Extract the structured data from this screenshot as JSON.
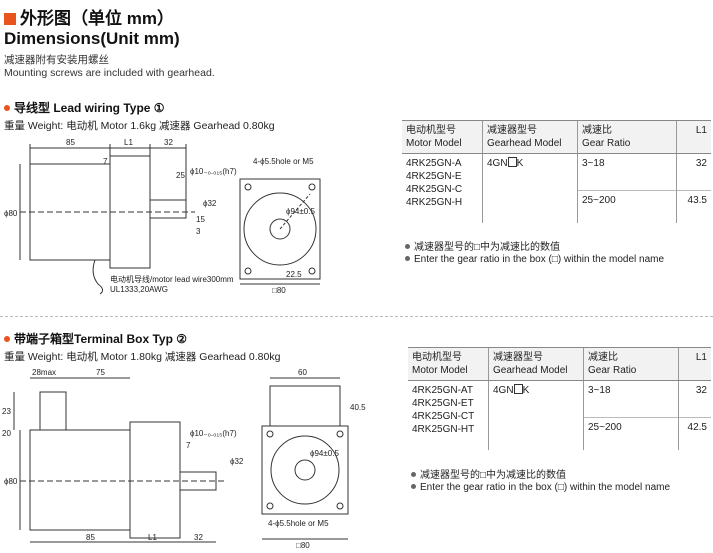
{
  "header": {
    "title_cn": "外形图（单位 mm）",
    "title_en": "Dimensions(Unit mm)",
    "note_cn": "减速器附有安装用螺丝",
    "note_en": "Mounting screws are included with gearhead."
  },
  "sections": [
    {
      "title": "导线型 Lead wiring Type ①",
      "weight": "重量 Weight: 电动机 Motor 1.6kg  减速器 Gearhead 0.80kg",
      "drawing": {
        "dim_85": "85",
        "dim_L1": "L1",
        "dim_32": "32",
        "dim_7": "7",
        "dim_25": "25",
        "dim_shaft": "ϕ10₋₀.₀₁₅(h7)",
        "dim_phi32": "ϕ32",
        "dim_15": "15",
        "dim_3": "3",
        "dim_phi80": "ϕ80",
        "dim_holes": "4-ϕ5.5hole or M5",
        "dim_pcd": "ϕ94±0.5",
        "dim_22_5": "22.5",
        "dim_sq80": "□80",
        "lead_label_1": "电动机导线/motor lead wire300mm",
        "lead_label_2": "UL1333,20AWG"
      },
      "table": {
        "headers": [
          [
            "电动机型号",
            "Motor Model"
          ],
          [
            "减速器型号",
            "Gearhead Model"
          ],
          [
            "减速比",
            "Gear Ratio"
          ],
          [
            "L1",
            ""
          ]
        ],
        "motor_models": [
          "4RK25GN-A",
          "4RK25GN-E",
          "4RK25GN-C",
          "4RK25GN-H"
        ],
        "gearhead_prefix": "4GN",
        "gearhead_suffix": "K",
        "rows": [
          {
            "ratio": "3~18",
            "l1": "32"
          },
          {
            "ratio": "25~200",
            "l1": "43.5"
          }
        ]
      },
      "notes": [
        "减速器型号的□中为减速比的数值",
        "Enter the gear ratio in the box (□) within the model name"
      ]
    },
    {
      "title": "带端子箱型Terminal Box Typ ②",
      "weight": "重量 Weight: 电动机 Motor 1.80kg  减速器 Gearhead 0.80kg",
      "drawing": {
        "dim_28max": "28max",
        "dim_75": "75",
        "dim_60": "60",
        "dim_40_5": "40.5",
        "dim_23": "23",
        "dim_20": "20",
        "dim_7": "7",
        "dim_shaft": "ϕ10₋₀.₀₁₅(h7)",
        "dim_phi32": "ϕ32",
        "dim_phi80": "ϕ80",
        "dim_85": "85",
        "dim_L1": "L1",
        "dim_32": "32",
        "dim_holes": "4-ϕ5.5hole or M5",
        "dim_sq80": "□80",
        "dim_pcd": "ϕ94±0.5"
      },
      "table": {
        "headers": [
          [
            "电动机型号",
            "Motor Model"
          ],
          [
            "减速器型号",
            "Gearhead Model"
          ],
          [
            "减速比",
            "Gear Ratio"
          ],
          [
            "L1",
            ""
          ]
        ],
        "motor_models": [
          "4RK25GN-AT",
          "4RK25GN-ET",
          "4RK25GN-CT",
          "4RK25GN-HT"
        ],
        "gearhead_prefix": "4GN",
        "gearhead_suffix": "K",
        "rows": [
          {
            "ratio": "3~18",
            "l1": "32"
          },
          {
            "ratio": "25~200",
            "l1": "42.5"
          }
        ]
      },
      "notes": [
        "减速器型号的□中为减速比的数值",
        "Enter the gear ratio in the box (□) within the model name"
      ]
    }
  ],
  "colors": {
    "accent": "#e8541e",
    "line": "#333333",
    "header_bg": "#f2f2f2"
  }
}
